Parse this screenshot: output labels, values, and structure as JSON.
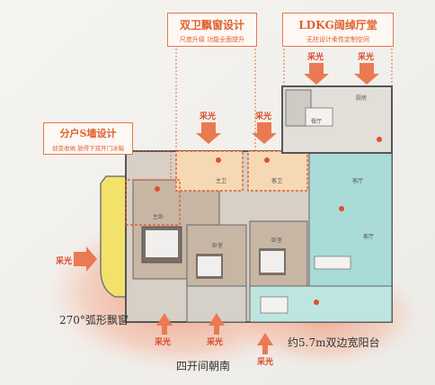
{
  "callouts": {
    "bath": {
      "title": "双卫飘窗设计",
      "sub": "尺度升级  功能全面提升"
    },
    "ldkg": {
      "title": "LDKG阔绰厅堂",
      "sub": "无柱设计柔性定制空间"
    },
    "swall": {
      "title": "分户S墙设计",
      "sub": "创变收纳  放得下双开门冰箱"
    }
  },
  "light_label": "采光",
  "features": {
    "window": "270°弧形飘窗",
    "south": "四开间朝南",
    "balcony": "约5.7m双边宽阳台"
  },
  "rooms": {
    "kitchen": "厨房",
    "dining": "餐厅",
    "bath_master": "主卫",
    "bath_second": "客卫",
    "master": "主卧",
    "living": "客厅",
    "bedroom_a": "卧室",
    "bedroom_b": "卧室",
    "living_b": "客厅"
  },
  "colors": {
    "accent": "#e0602e",
    "glow": "#f2a98a",
    "living": "#a9dcd7",
    "bath": "#f6d9b4",
    "balcony": "#f2e26a"
  }
}
